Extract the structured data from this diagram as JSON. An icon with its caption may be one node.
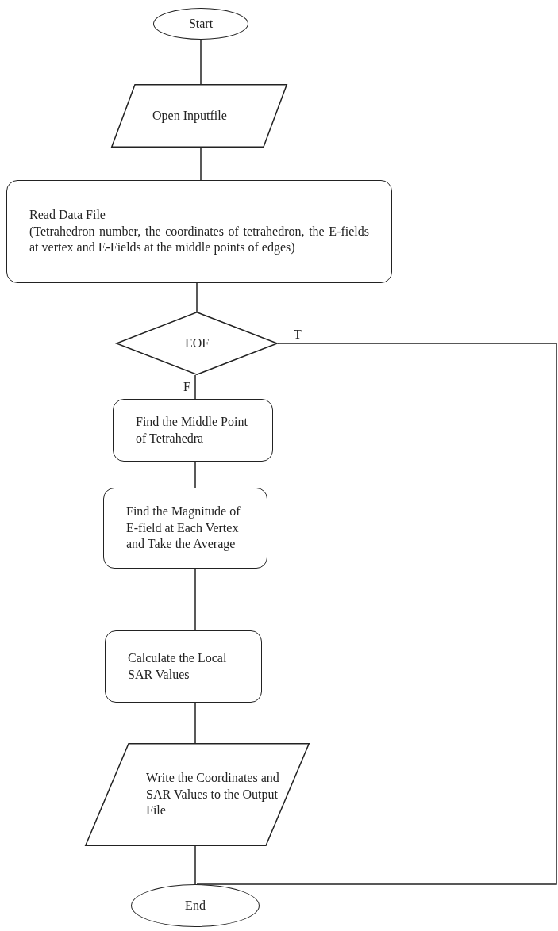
{
  "diagram": {
    "nodes": [
      {
        "text": [
          "Start"
        ]
      },
      {
        "text": [
          "Open Inputfile"
        ]
      },
      {
        "text": [
          "Read Data File",
          "(Tetrahedron number, the coordinates of tetrahedron, the E-fields at vertex and E-Fields at the middle points of edges)"
        ]
      },
      {
        "text": [
          "EOF"
        ]
      },
      {
        "text": [
          "Find the Middle Point of Tetrahedra"
        ]
      },
      {
        "text": [
          "Find the Magnitude of E-field at Each Vertex and Take the Average"
        ]
      },
      {
        "text": [
          "Calculate the Local SAR Values"
        ]
      },
      {
        "text": [
          "Write the Coordinates and SAR Values to the Output File"
        ]
      },
      {
        "text": [
          "End"
        ]
      }
    ],
    "edges": [
      {
        "from": 0,
        "to": 1,
        "arrow": "none"
      },
      {
        "from": 1,
        "to": 2,
        "arrow": "none"
      },
      {
        "from": 2,
        "to": 3,
        "arrow": "none"
      },
      {
        "from": 3,
        "to": 4,
        "arrow": "none",
        "label": "F"
      },
      {
        "from": 4,
        "to": 5,
        "arrow": "none"
      },
      {
        "from": 5,
        "to": 6,
        "arrow": "none"
      },
      {
        "from": 6,
        "to": 7,
        "arrow": "none"
      },
      {
        "from": 7,
        "to": 8,
        "arrow": "none"
      },
      {
        "from": 3,
        "to": 8,
        "arrow": "none",
        "label": "T"
      }
    ]
  }
}
